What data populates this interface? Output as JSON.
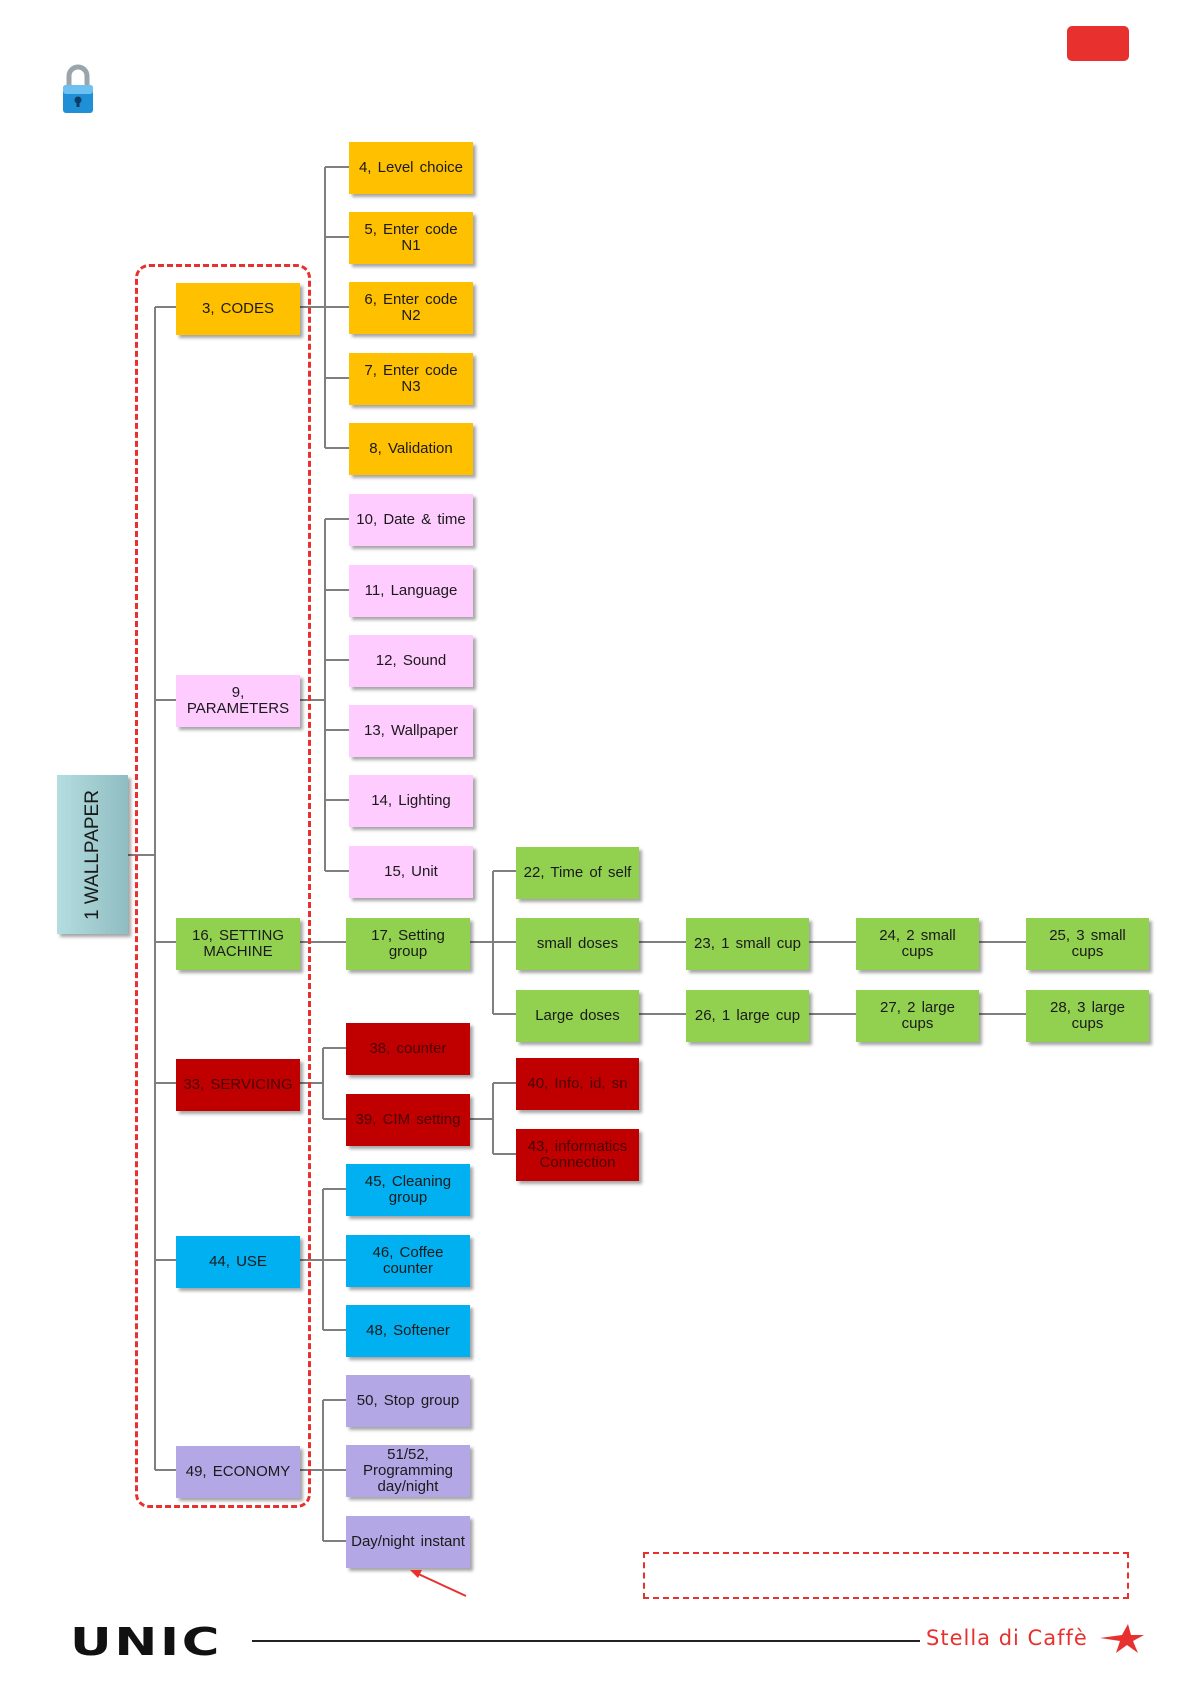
{
  "root": {
    "label": "1 WALLPAPER"
  },
  "colors": {
    "accent_red": "#e8312f",
    "yellow": "#ffc000",
    "pink": "#ffccff",
    "green": "#92d050",
    "red": "#c00000",
    "blue": "#00b0f0",
    "purple": "#b4a7e5",
    "root": "#a3cfd4"
  },
  "nodes": {
    "n3": "3, CODES",
    "n4": "4, Level  choice",
    "n5": "5, Enter  code\nN1",
    "n6": "6, Enter  code\nN2",
    "n7": "7, Enter  code\nN3",
    "n8": "8, Validation",
    "n9": "9,\nPARAMETERS",
    "n10": "10, Date  & time",
    "n11": "11, Language",
    "n12": "12, Sound",
    "n13": "13, Wallpaper",
    "n14": "14, Lighting",
    "n15": "15, Unit",
    "n16": "16,  SETTING\nMACHINE",
    "n17": "17, Setting\ngroup",
    "n22": "22, Time of self",
    "small_doses": "small doses",
    "large_doses": "Large doses",
    "n23": "23,  1 small  cup",
    "n24": "24,  2 small\ncups",
    "n25": "25,  3 small\ncups",
    "n26": "26,   1 large cup",
    "n27": "27,  2 large\ncups",
    "n28": "28,  3 large\ncups",
    "n33": "33, SERVICING",
    "n38": "38, counter",
    "n39": "39, CIM setting",
    "n40": "40,  Info, id, sn",
    "n43": "43, informatics\nConnection",
    "n44": "44, USE",
    "n45": "45, Cleaning\ngroup",
    "n46": "46, Coffee\ncounter",
    "n48": "48, Softener",
    "n49": "49, ECONOMY",
    "n50": "50, Stop group",
    "n51": "51/52,\nProgramming\nday/night",
    "n_daynight": "Day/night instant"
  },
  "footer": {
    "brand_left": "UNIC",
    "brand_right": "Stella di Caffè"
  },
  "icons": [
    "lock-icon",
    "star-icon",
    "arrow-icon"
  ]
}
